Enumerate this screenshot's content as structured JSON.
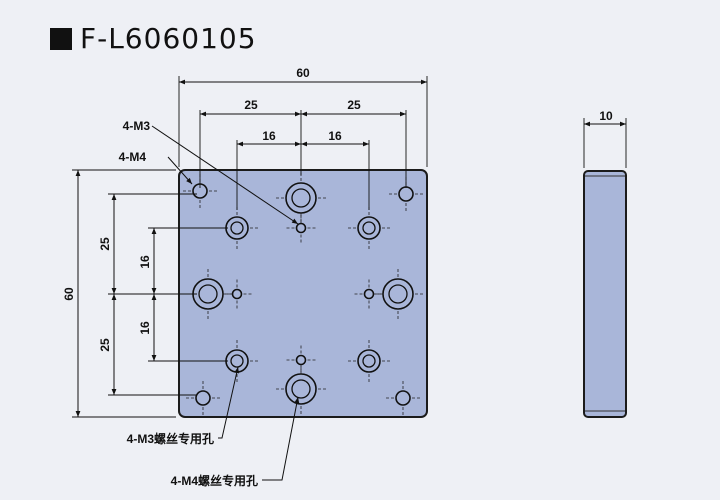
{
  "title": "F-L6060105",
  "colors": {
    "background": "#eef0f5",
    "plate_fill": "#a9b6d9",
    "plate_stroke": "#1b1b1b",
    "line": "#111111"
  },
  "dimensions": {
    "overall_width": "60",
    "hole_offset_left": "25",
    "hole_offset_right": "25",
    "inner_offset_left": "16",
    "inner_offset_right": "16",
    "overall_height": "60",
    "vertical_upper_25": "25",
    "vertical_lower_25": "25",
    "vertical_upper_16": "16",
    "vertical_lower_16": "16",
    "thickness": "10"
  },
  "callouts": {
    "m3": "4-M3",
    "m4": "4-M4",
    "m3_thread": "4-M3螺丝专用孔",
    "m4_thread": "4-M4螺丝专用孔"
  }
}
